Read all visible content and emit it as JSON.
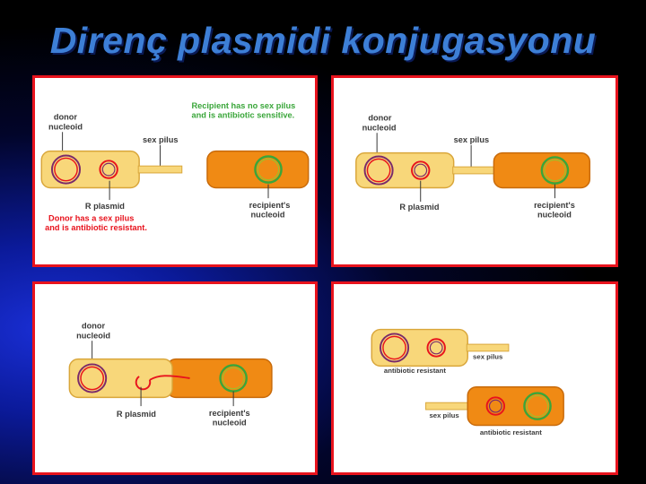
{
  "title": "Direnç plasmidi konjugasyonu",
  "colors": {
    "title": "#3d7fd6",
    "panel_border": "#e8131d",
    "donor_cell": "#f8d77a",
    "recipient_cell": "#f08a14",
    "plasmid": "#e8131d",
    "recipient_nucleoid": "#3aa63a"
  },
  "panel1": {
    "donor_nucleoid": [
      "donor",
      "nucleoid"
    ],
    "sex_pilus": "sex pilus",
    "r_plasmid": "R plasmid",
    "recipient_nucleoid": [
      "recipient's",
      "nucleoid"
    ],
    "recipient_note": [
      "Recipient has no sex pilus",
      "and is antibiotic sensitive."
    ],
    "donor_note": [
      "Donor has a sex pilus",
      "and is antibiotic resistant."
    ]
  },
  "panel2": {
    "donor_nucleoid": [
      "donor",
      "nucleoid"
    ],
    "sex_pilus": "sex pilus",
    "r_plasmid": "R plasmid",
    "recipient_nucleoid": [
      "recipient's",
      "nucleoid"
    ]
  },
  "panel3": {
    "donor_nucleoid": [
      "donor",
      "nucleoid"
    ],
    "r_plasmid": "R plasmid",
    "recipient_nucleoid": [
      "recipient's",
      "nucleoid"
    ]
  },
  "panel4": {
    "sex_pilus_top": "sex pilus",
    "resistant_top": "antibiotic resistant",
    "sex_pilus_bottom": "sex pilus",
    "resistant_bottom": "antibiotic resistant"
  }
}
